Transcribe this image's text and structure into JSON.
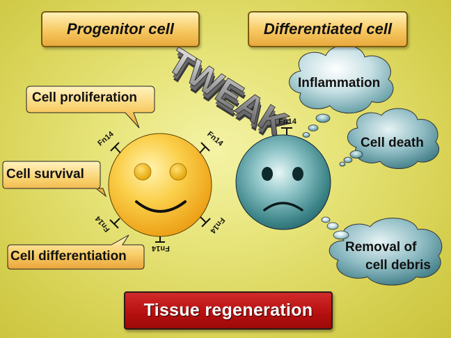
{
  "headers": {
    "progenitor": "Progenitor cell",
    "differentiated": "Differentiated cell"
  },
  "tweak_label": "TWEAK",
  "receptor_label": "Fn14",
  "progenitor_effects": {
    "proliferation": "Cell proliferation",
    "survival": "Cell survival",
    "differentiation": "Cell differentiation"
  },
  "differentiated_effects": {
    "inflammation": "Inflammation",
    "death": "Cell death",
    "removal_line1": "Removal of",
    "removal_line2": "cell debris"
  },
  "footer": "Tissue regeneration",
  "colors": {
    "background": "#e2df6a",
    "happy_cell": "#f6b21c",
    "sad_cell": "#3e8a8e",
    "footer_red": "#b50f0f",
    "bubble_orange": "#f6c860",
    "cloud_teal": "#8fbcc4"
  }
}
